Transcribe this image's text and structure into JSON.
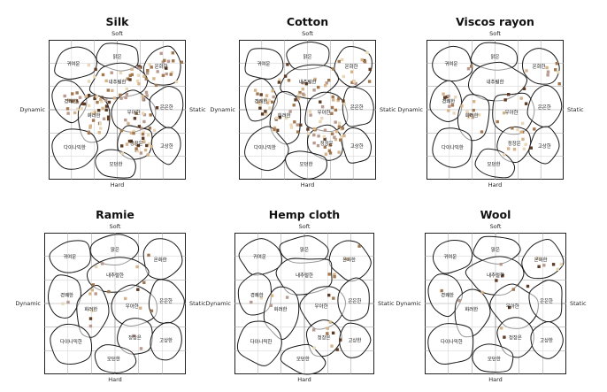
{
  "axes": {
    "top": "Soft",
    "bottom": "Hard",
    "left": "Dynamic",
    "right": "Static"
  },
  "blob_labels": [
    "귀여운",
    "맑은",
    "온화한",
    "내추럴한",
    "경쾌한",
    "화려한",
    "우아한",
    "은은한",
    "다이나믹한",
    "정장은",
    "고상한",
    "모던한"
  ],
  "palette": {
    "outline": "#1a1a1a",
    "grid": "#9a9a9a",
    "tan_light": "#e9d8b8",
    "tan": "#d4b48a",
    "brown": "#a27852",
    "dark_brown": "#5e3b24",
    "mauve": "#b89a90"
  },
  "panels": [
    {
      "title": "Silk",
      "density": 1.0
    },
    {
      "title": "Cotton",
      "density": 0.8
    },
    {
      "title": "Viscos rayon",
      "density": 0.35
    },
    {
      "title": "Ramie",
      "density": 0.15
    },
    {
      "title": "Hemp cloth",
      "density": 0.15
    },
    {
      "title": "Wool",
      "density": 0.12
    }
  ]
}
